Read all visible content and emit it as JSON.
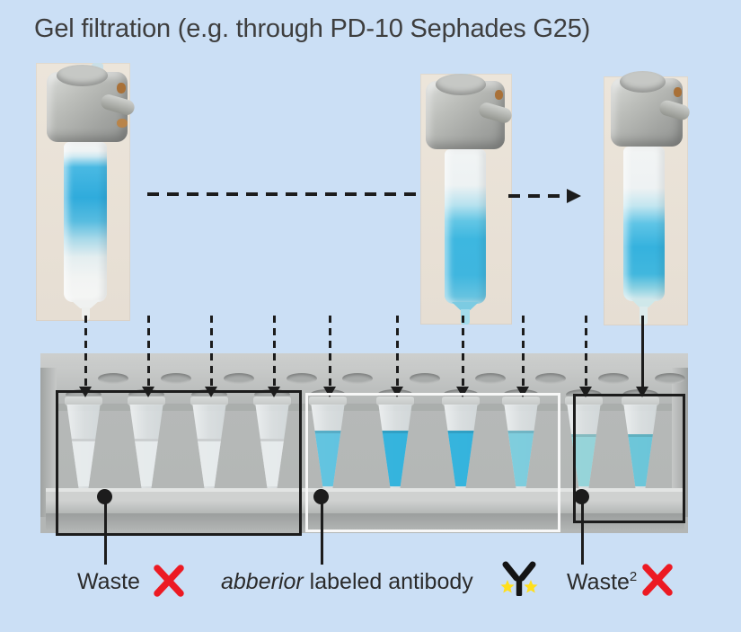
{
  "title": "Gel filtration (e.g. through PD-10 Sephades G25)",
  "callouts": {
    "waste": {
      "label": "Waste"
    },
    "antibody": {
      "brand": "abberior",
      "rest": " labeled antibody"
    },
    "waste2": {
      "label": "Waste",
      "sup": "2"
    }
  },
  "icons": {
    "red_x": "red-x-icon",
    "antibody": "antibody-y-icon",
    "stars": "yellow-star"
  },
  "colors": {
    "background": "#cbdff5",
    "title_text": "#3e3e3e",
    "label_text": "#2b2b2b",
    "annotation_black": "#1c1c1c",
    "outline_white": "#f7f7f7",
    "red_x": "#ec1a23",
    "star_yellow": "#ffdf1b",
    "column_blue": "#2fabdc",
    "photo_beige": "#eae2d7",
    "rack_gray": "#b6b9b8"
  },
  "tube_fill_colors": {
    "clear": "#e7ebec",
    "blue_light": "#5cc2e0",
    "blue": "#2db2dd",
    "blue_soft": "#7accdd",
    "teal_pale": "#93d3d9",
    "teal": "#67c5d8"
  },
  "rack": {
    "tubes": [
      {
        "group": "waste",
        "fill": "clear"
      },
      {
        "group": "waste",
        "fill": "clear"
      },
      {
        "group": "waste",
        "fill": "clear"
      },
      {
        "group": "waste",
        "fill": "clear"
      },
      {
        "group": "antibody",
        "fill": "blue_light"
      },
      {
        "group": "antibody",
        "fill": "blue"
      },
      {
        "group": "antibody",
        "fill": "blue"
      },
      {
        "group": "antibody",
        "fill": "blue_soft"
      },
      {
        "group": "waste2",
        "fill": "teal_pale"
      },
      {
        "group": "waste2",
        "fill": "teal"
      }
    ],
    "arrows": [
      "dashed",
      "dashed",
      "dashed",
      "dashed",
      "dashed",
      "dashed",
      "dashed",
      "dashed",
      "dashed",
      "solid"
    ]
  }
}
